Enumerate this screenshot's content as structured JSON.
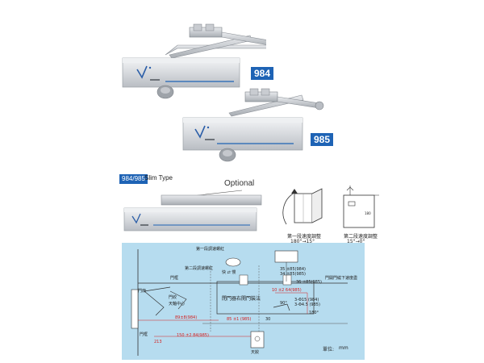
{
  "models": {
    "top_label": "984",
    "bottom_label": "985"
  },
  "slim": {
    "badge": "984/985",
    "type_label": "Slim Type",
    "optional_label": "Optional"
  },
  "adjust": {
    "first_caption": "第一段速度調整",
    "first_range": "180°→15°",
    "second_caption": "第二段速度調整",
    "second_range": "15°→0°",
    "dimension": "180"
  },
  "diagram": {
    "texts": {
      "first_speed": "第一段調速螺紅",
      "second_speed": "第二段調速螺紅",
      "fast_slow": "快 ⇄ 慢",
      "door_frame": "門框",
      "door_leaf": "門扇",
      "hinge": "門絞",
      "center": "天軸中心",
      "close_note": "閉門器右開門裝法",
      "door_frame_lower": "門框",
      "top_pivot": "天鉸",
      "door_close_speed": "門開門繞下速度盡",
      "angle_90": "90°",
      "dims_1": "35 ±85(984)",
      "dims_2": "34 ±85(985)",
      "dims_3": "3-Φ15 (984)",
      "dims_4": "3-Φ4.5 (985)",
      "dims_5": "10 ±2 64(985)",
      "dims_6": "85 ±1 (985)",
      "dims_7": "150 ±2 84(985)",
      "dims_8": "213",
      "dims_9": "180°",
      "dims_10": "30",
      "dims_11": "36 ±85(985)",
      "dims_12": "89±8(984)"
    },
    "unit_label": "單位:",
    "unit_value": "mm"
  },
  "colors": {
    "brand_blue": "#1e63b5",
    "diagram_bg": "#b6dcef",
    "dimension_red": "#d42020"
  }
}
